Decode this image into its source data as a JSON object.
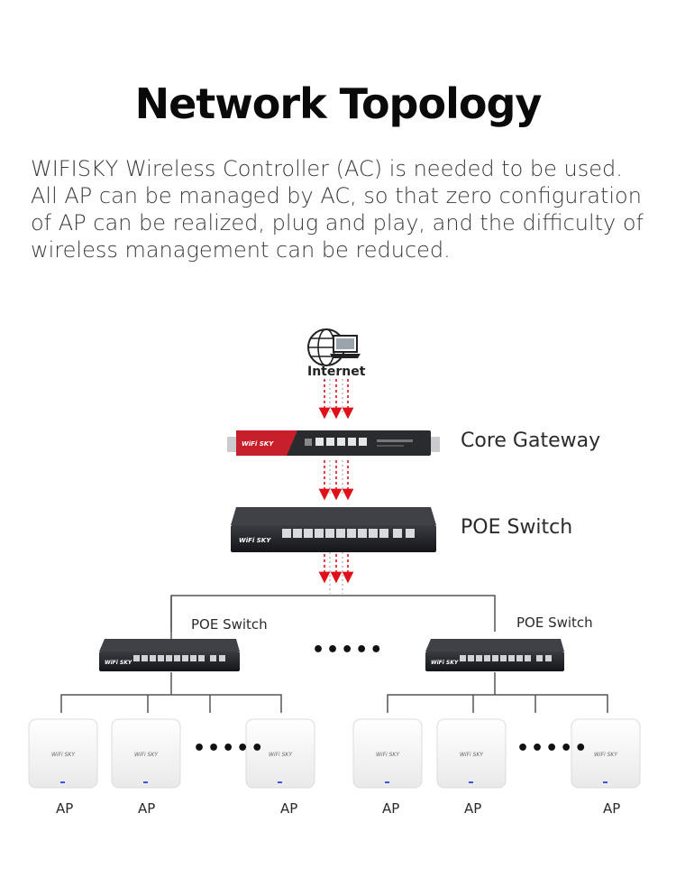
{
  "title": "Network Topology",
  "description_lines": [
    "WIFISKY Wireless Controller (AC) is needed to be used.",
    "All AP can be managed by AC, so that zero configuration",
    "of AP can be realized, plug and play, and the difficulty of",
    "wireless management can be reduced."
  ],
  "internet_label": "Internet",
  "gateway_label": "Core Gateway",
  "poe_switch_label": "POE Switch",
  "sub_switch_left_label": "POE Switch",
  "sub_switch_right_label": "POE Switch",
  "ellipsis": "•••••",
  "ap_label": "AP",
  "brand_text": "WiFi SKY",
  "colors": {
    "arrow": "#e0101a",
    "gateway_red": "#c8202a",
    "device_dark": "#1c1d21",
    "line": "#555555"
  }
}
